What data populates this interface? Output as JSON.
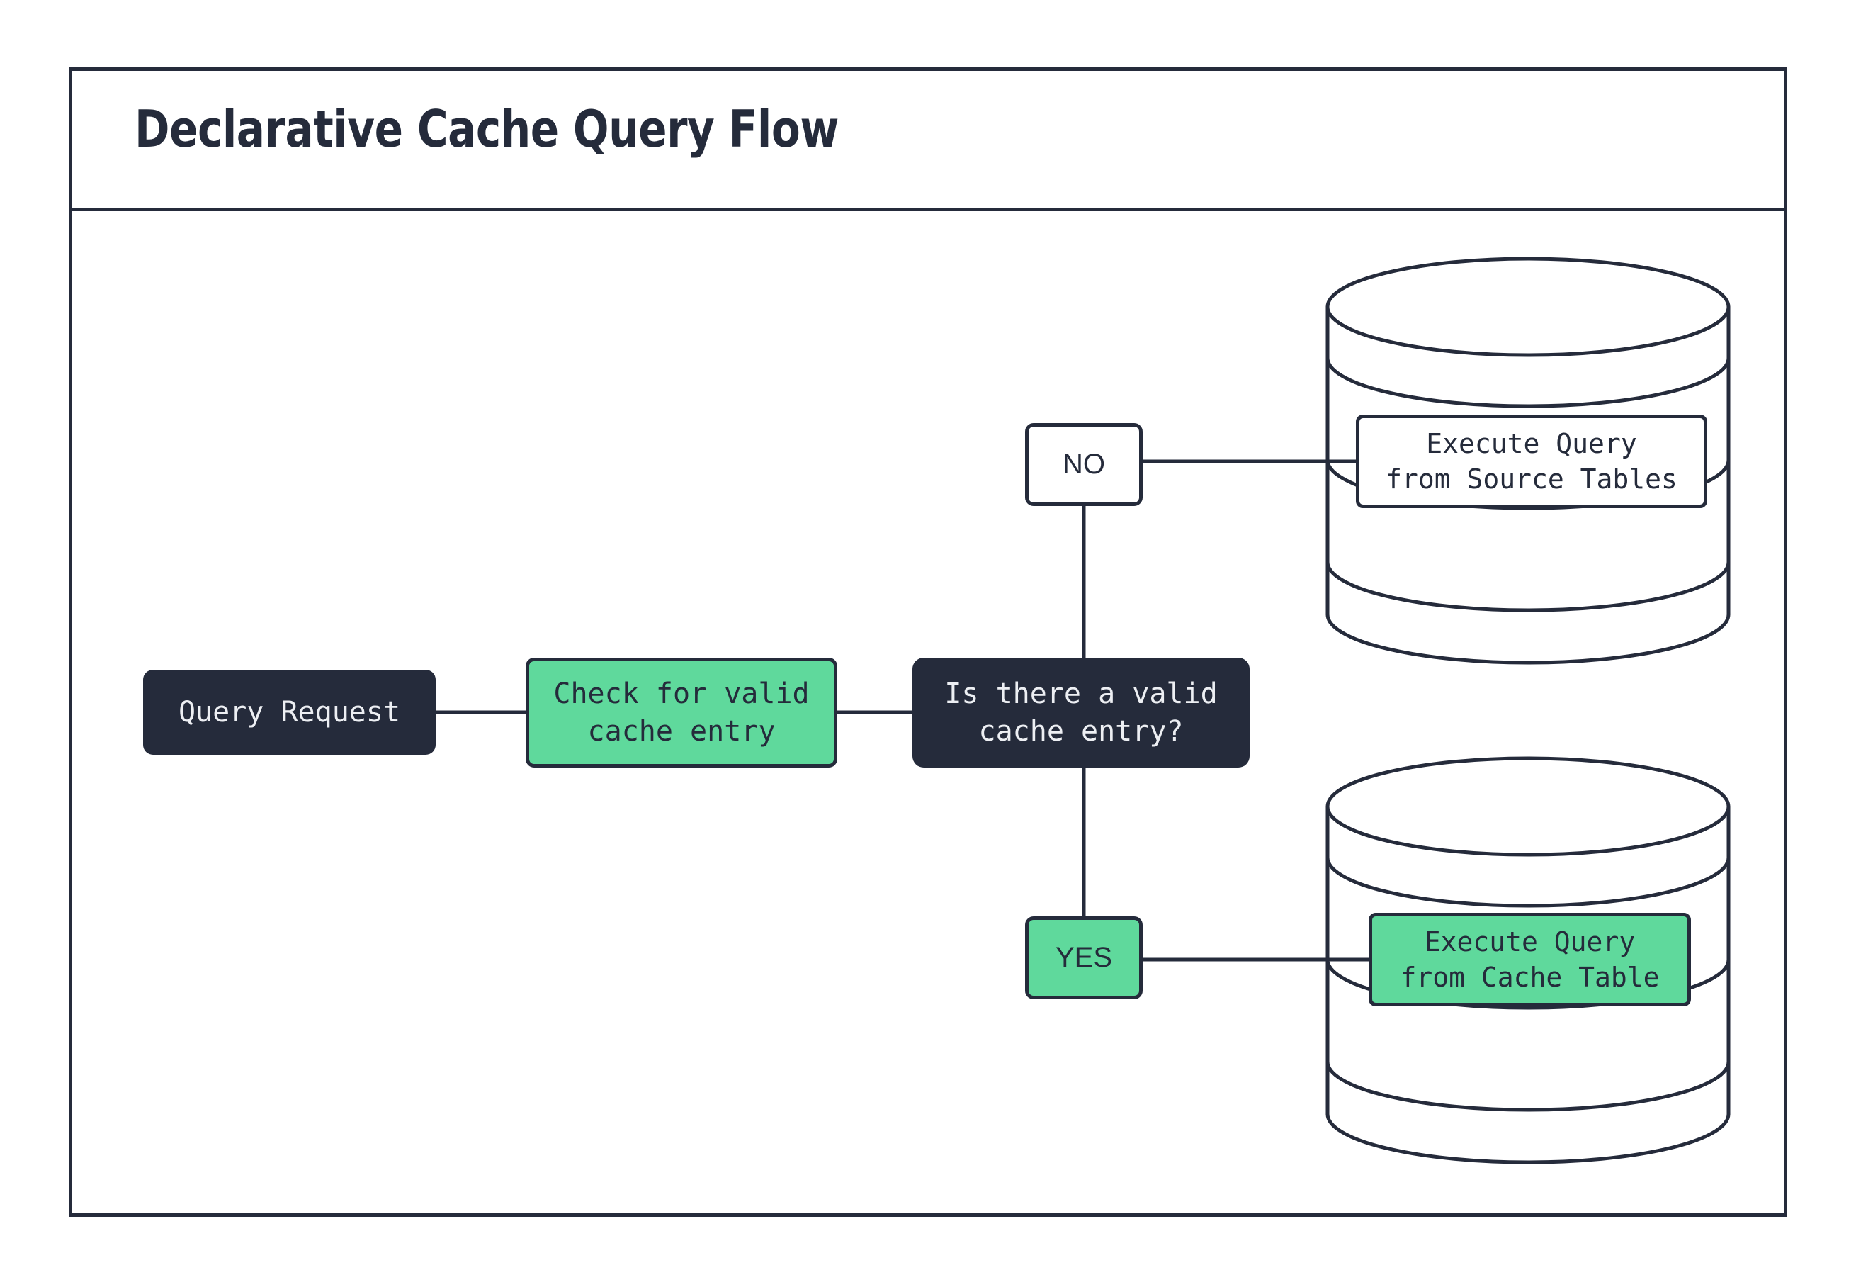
{
  "diagram": {
    "title": "Declarative Cache Query Flow",
    "colors": {
      "ink": "#252B3B",
      "green": "#5FD99C",
      "paper": "#FFFFFF",
      "dark_text": "#EDEFF3"
    },
    "nodes": {
      "query_request": "Query Request",
      "check_cache": "Check for valid\ncache entry",
      "decision": "Is there a valid\ncache entry?",
      "branch_no": "NO",
      "branch_yes": "YES",
      "execute_source": "Execute Query\nfrom Source Tables",
      "execute_cache": "Execute Query\nfrom Cache Table"
    },
    "stores": {
      "source_tables": "source-tables-database-cylinder",
      "cache_table": "cache-table-database-cylinder"
    },
    "edges": [
      {
        "from": "query_request",
        "to": "check_cache",
        "label": ""
      },
      {
        "from": "check_cache",
        "to": "decision",
        "label": ""
      },
      {
        "from": "decision",
        "to": "branch_no",
        "label": "NO"
      },
      {
        "from": "branch_no",
        "to": "execute_source",
        "label": ""
      },
      {
        "from": "decision",
        "to": "branch_yes",
        "label": "YES"
      },
      {
        "from": "branch_yes",
        "to": "execute_cache",
        "label": ""
      }
    ]
  }
}
